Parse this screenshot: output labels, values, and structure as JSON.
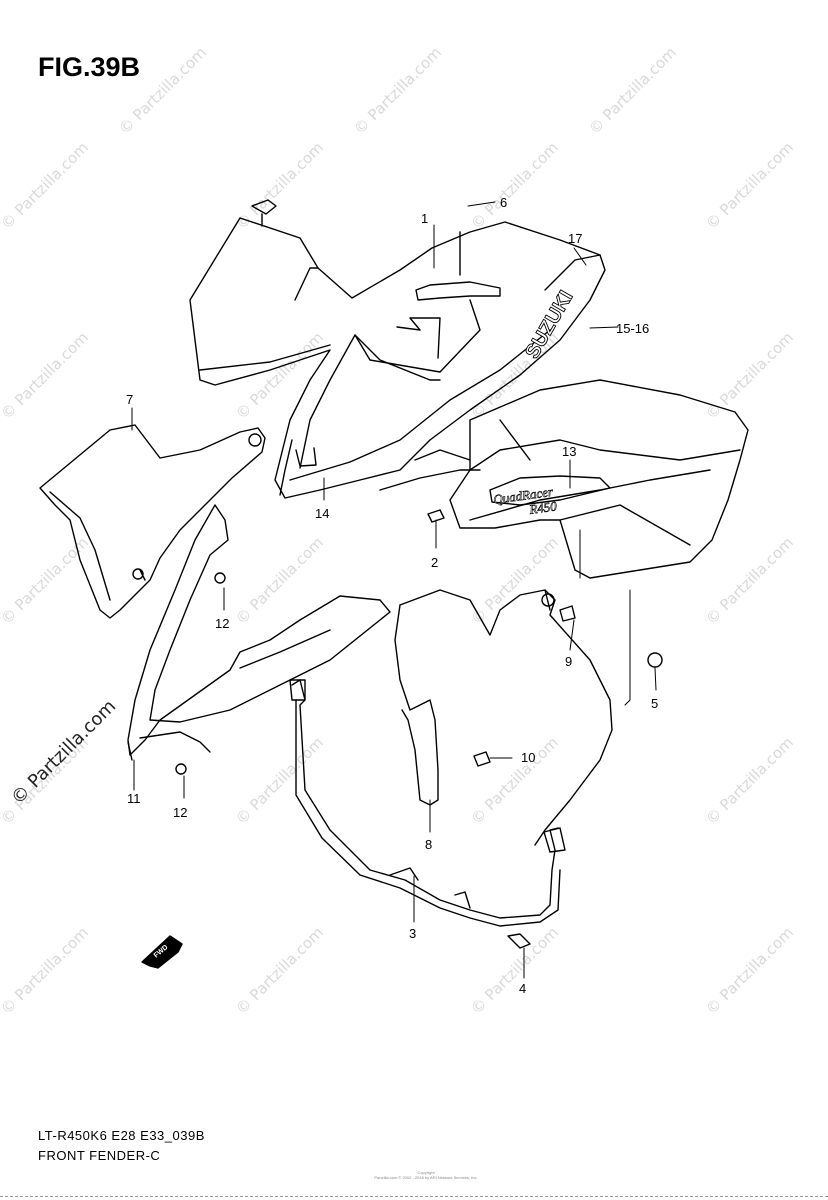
{
  "header": {
    "title": "FIG.39B"
  },
  "watermark": {
    "text": "© Partzilla.com",
    "featured_text": "© Partzilla.com"
  },
  "callouts": {
    "c1": "1",
    "c2": "2",
    "c3": "3",
    "c4": "4",
    "c5": "5",
    "c6": "6",
    "c7": "7",
    "c8": "8",
    "c9": "9",
    "c10": "10",
    "c11": "11",
    "c12a": "12",
    "c12b": "12",
    "c13": "13",
    "c14": "14",
    "c15_16": "15-16",
    "c17": "17"
  },
  "decals": {
    "brand": "SUZUKI",
    "model_line1": "QuadRacer",
    "model_line2": "R450",
    "arrow_label": "FWD"
  },
  "footer": {
    "diagram_code": "LT-R450K6 E28 E33_039B",
    "diagram_title": "FRONT FENDER-C",
    "copyright_heading": "Copyright",
    "copyright_text": "Partzilla.com © 2002 - 2016 by ARI Network Services, Inc."
  },
  "colors": {
    "line": "#000000",
    "watermark": "#d9d9d9",
    "background": "#ffffff"
  }
}
